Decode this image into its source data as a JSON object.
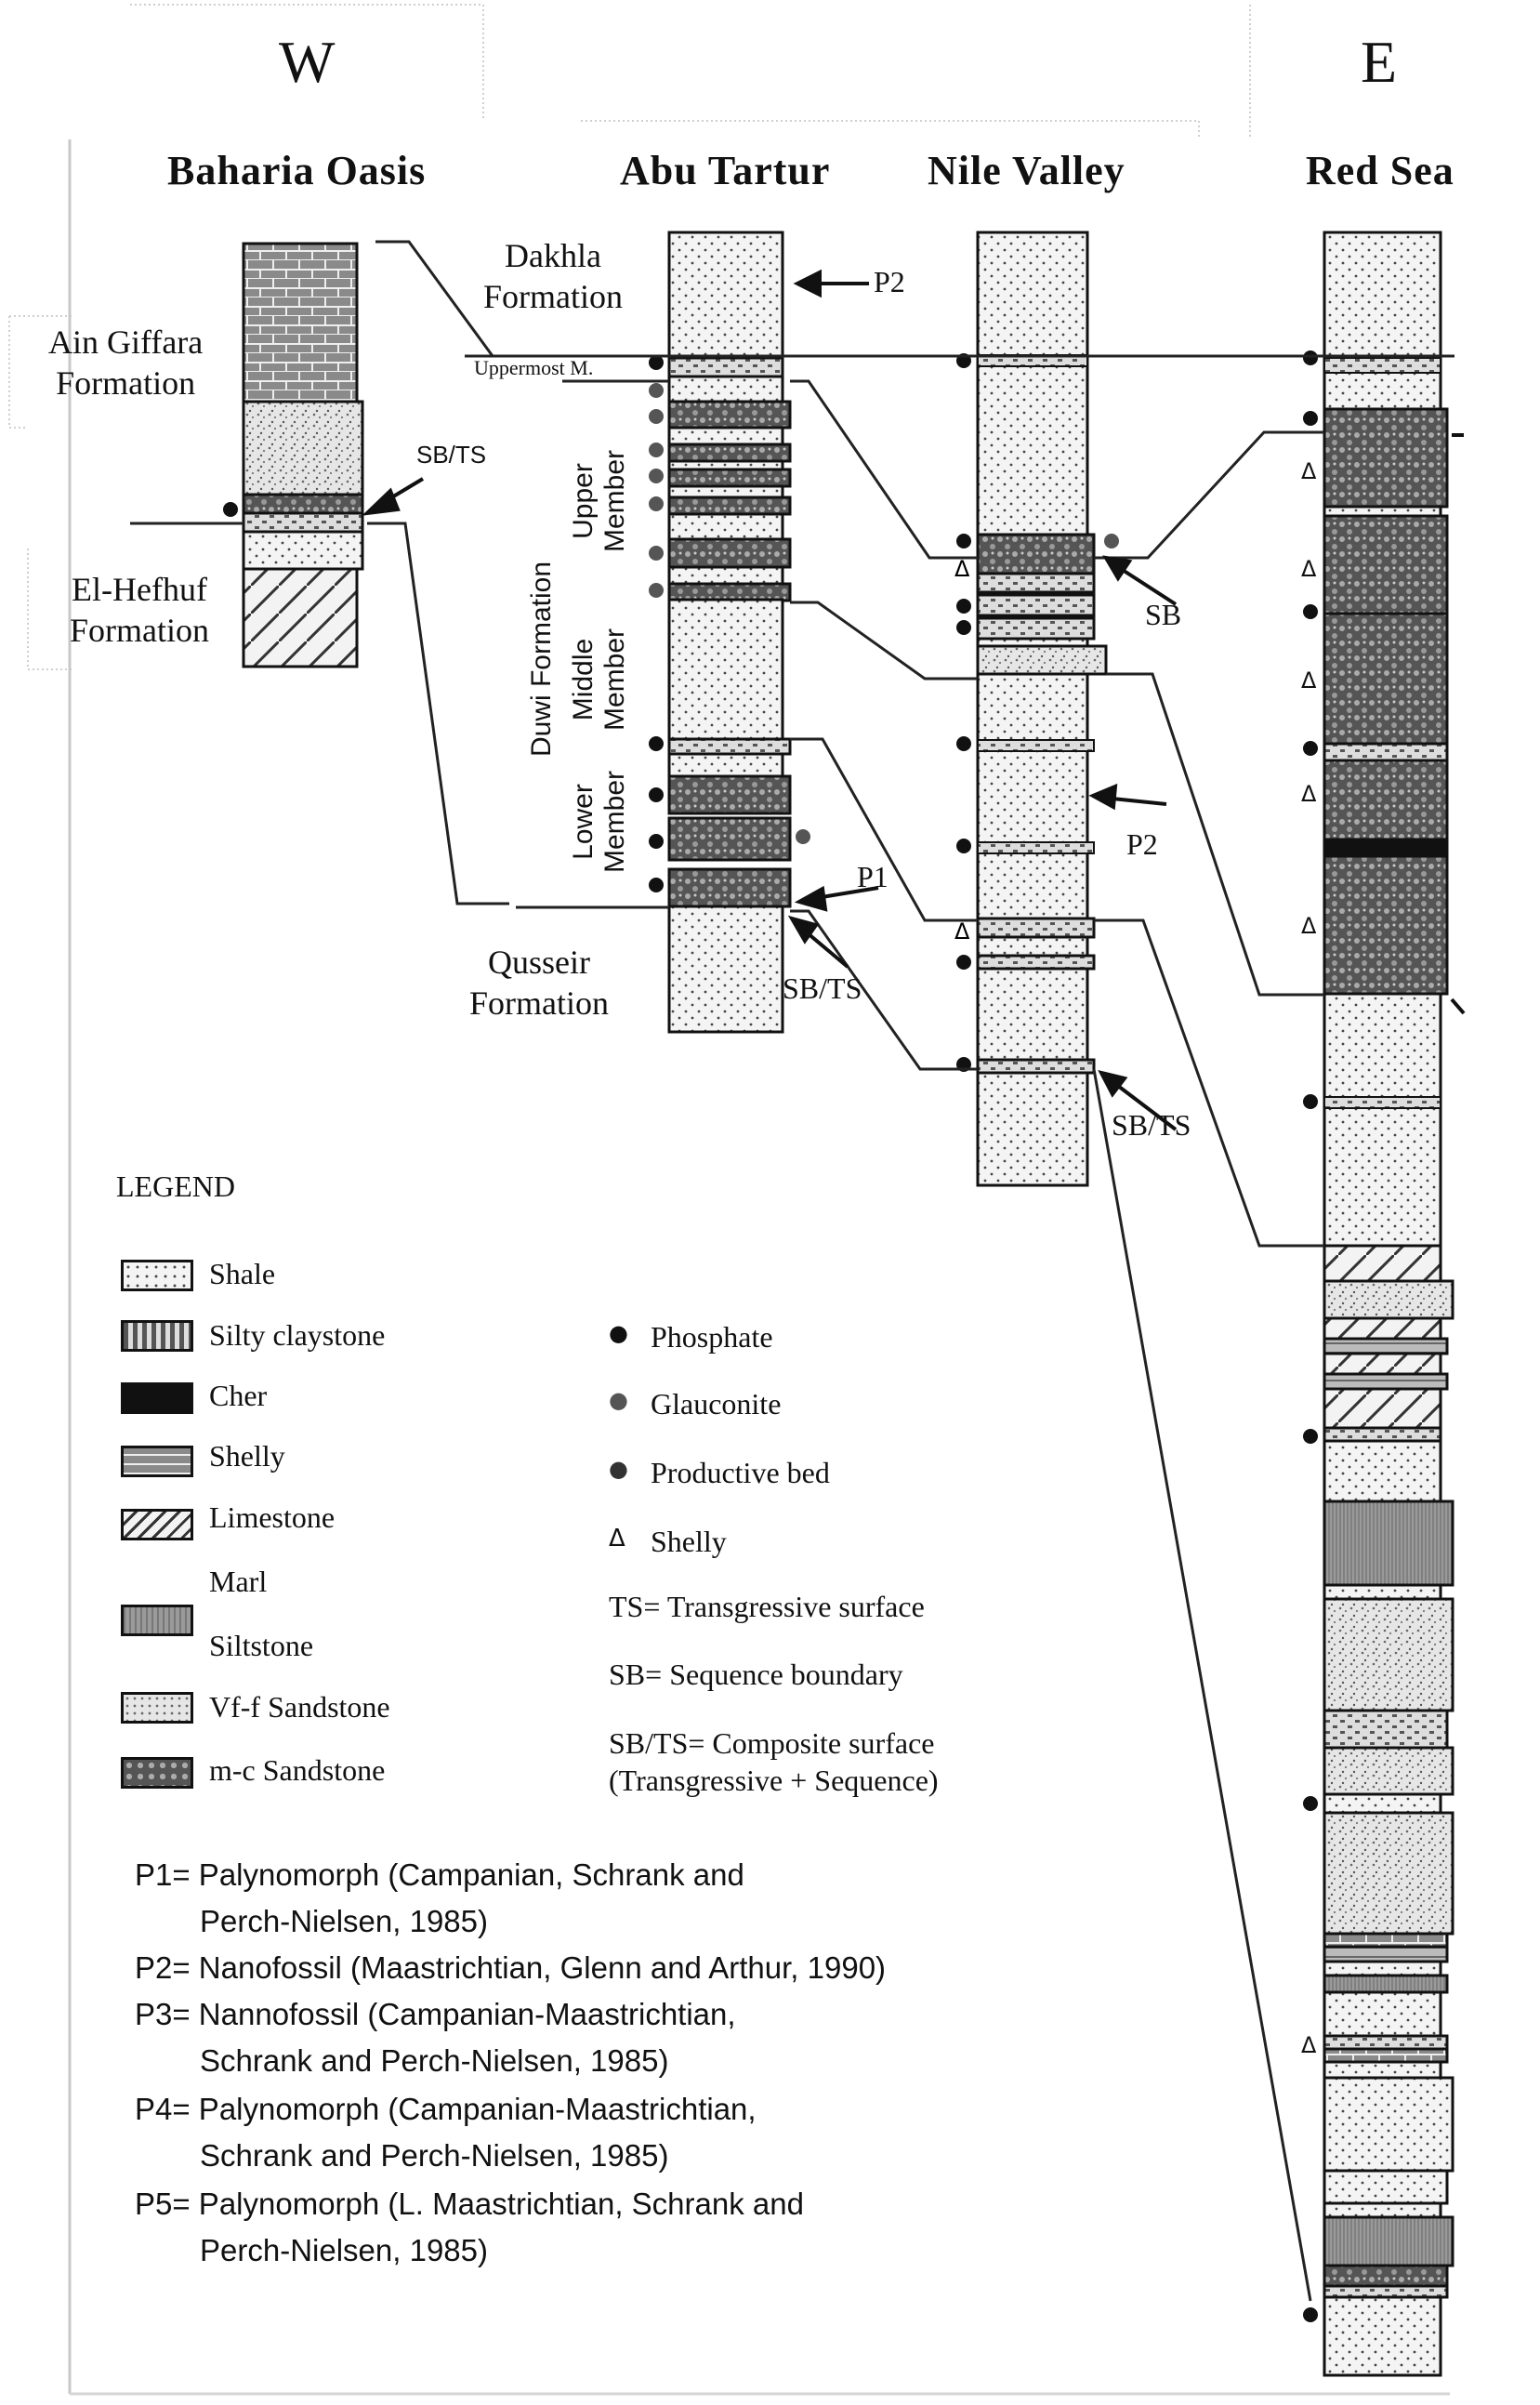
{
  "header": {
    "west": "W",
    "east": "E"
  },
  "columns": {
    "bahariya": "Baharia Oasis",
    "abu_tartur": "Abu Tartur",
    "nile_valley": "Nile Valley",
    "red_sea": "Red Sea"
  },
  "formations": {
    "ain_giffara": [
      "Ain Giffara",
      "Formation"
    ],
    "el_hefhuf": [
      "El-Hefhuf",
      "Formation"
    ],
    "dakhla": [
      "Dakhla",
      "Formation"
    ],
    "qusseir": [
      "Qusseir",
      "Formation"
    ],
    "duwi": "Duwi Formation",
    "uppermost": "Uppermost M.",
    "upper_member": [
      "Upper",
      "Member"
    ],
    "middle_member": [
      "Middle",
      "Member"
    ],
    "lower_member": [
      "Lower",
      "Member"
    ]
  },
  "markers": {
    "sbts": "SB/TS",
    "sb": "SB",
    "p1": "P1",
    "p2": "P2"
  },
  "legend": {
    "title": "LEGEND",
    "lithologies": [
      {
        "name": "Shale",
        "pattern": "shale"
      },
      {
        "name": "Silty claystone",
        "pattern": "siltyclay"
      },
      {
        "name": "Cher",
        "pattern": "chert"
      },
      {
        "name": "Shelly",
        "pattern": "shelly"
      },
      {
        "name": "Limestone",
        "pattern": "limestone"
      },
      {
        "name": "Marl",
        "pattern": "marl"
      },
      {
        "name": "Siltstone",
        "pattern": "siltstone"
      },
      {
        "name": "Vf-f Sandstone",
        "pattern": "vfsand"
      },
      {
        "name": "m-c Sandstone",
        "pattern": "mcsand"
      }
    ],
    "symbols": [
      {
        "glyph": "●",
        "label": "Phosphate",
        "color": "#111111"
      },
      {
        "glyph": "●",
        "label": "Glauconite",
        "color": "#555555"
      },
      {
        "glyph": "●",
        "label": "Productive bed",
        "color": "#333333"
      },
      {
        "glyph": "Δ",
        "label": "Shelly",
        "color": "#111111"
      }
    ],
    "abbreviations": [
      "TS= Transgressive surface",
      "SB= Sequence boundary",
      "SB/TS= Composite surface",
      "(Transgressive + Sequence)"
    ]
  },
  "notes": [
    "P1= Palynomorph (Campanian, Schrank and",
    "Perch-Nielsen, 1985)",
    "P2= Nanofossil (Maastrichtian, Glenn and Arthur, 1990)",
    "P3= Nannofossil (Campanian-Maastrichtian,",
    "Schrank and Perch-Nielsen, 1985)",
    "P4= Palynomorph (Campanian-Maastrichtian,",
    "Schrank and Perch-Nielsen, 1985)",
    "P5= Palynomorph (L. Maastrichtian, Schrank and",
    "Perch-Nielsen, 1985)"
  ]
}
